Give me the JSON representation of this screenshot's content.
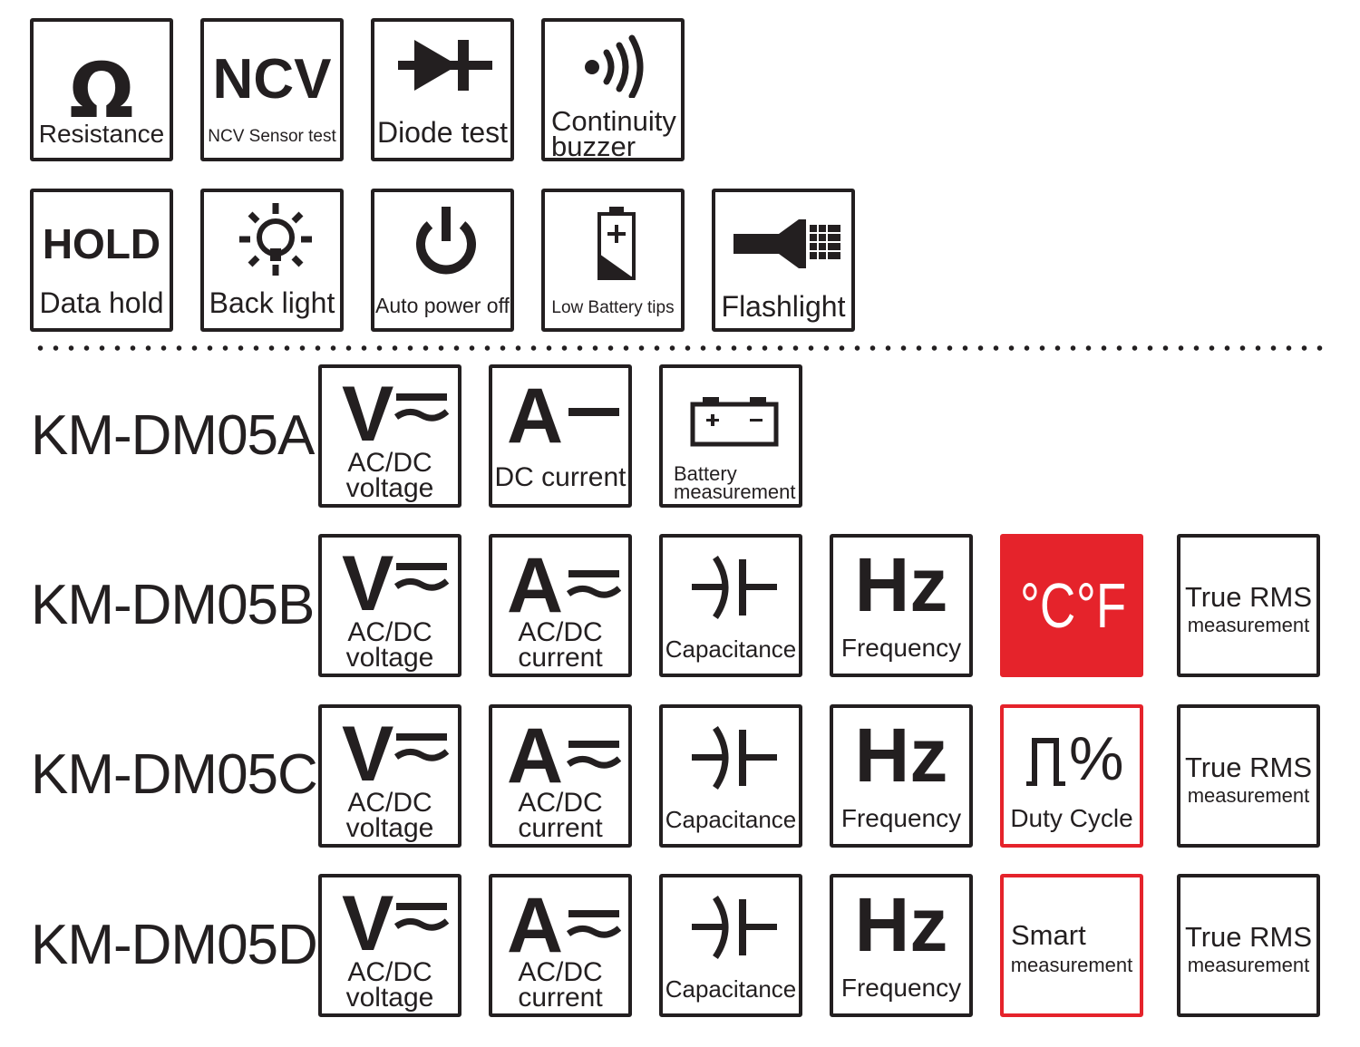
{
  "features": {
    "resistance": {
      "symbol": "Ω",
      "label": "Resistance"
    },
    "ncv": {
      "symbol": "NCV",
      "label": "NCV Sensor test"
    },
    "diode": {
      "label": "Diode test"
    },
    "continuity": {
      "line1": "Continuity",
      "line2": "buzzer"
    },
    "hold": {
      "symbol": "HOLD",
      "label": "Data hold"
    },
    "backlight": {
      "label": "Back light"
    },
    "autopower": {
      "label": "Auto power off"
    },
    "lowbattery": {
      "label": "Low Battery tips"
    },
    "flashlight": {
      "label": "Flashlight"
    }
  },
  "models": [
    {
      "name": "KM-DM05A",
      "cells": {
        "acdc_voltage": {
          "symbol": "V",
          "line1": "AC/DC",
          "line2": "voltage"
        },
        "dc_current": {
          "symbol": "A",
          "label": "DC current"
        },
        "battery": {
          "line1": "Battery",
          "line2": "measurement"
        }
      }
    },
    {
      "name": "KM-DM05B",
      "cells": {
        "acdc_voltage": {
          "symbol": "V",
          "line1": "AC/DC",
          "line2": "voltage"
        },
        "acdc_current": {
          "symbol": "A",
          "line1": "AC/DC",
          "line2": "current"
        },
        "capacitance": {
          "label": "Capacitance"
        },
        "frequency": {
          "symbol": "Hz",
          "label": "Frequency"
        },
        "temperature": {
          "symbol_c": "°C",
          "symbol_f": "°F"
        },
        "true_rms": {
          "line1": "True RMS",
          "line2": "measurement"
        }
      }
    },
    {
      "name": "KM-DM05C",
      "cells": {
        "acdc_voltage": {
          "symbol": "V",
          "line1": "AC/DC",
          "line2": "voltage"
        },
        "acdc_current": {
          "symbol": "A",
          "line1": "AC/DC",
          "line2": "current"
        },
        "capacitance": {
          "label": "Capacitance"
        },
        "frequency": {
          "symbol": "Hz",
          "label": "Frequency"
        },
        "duty_cycle": {
          "symbol": "%",
          "label": "Duty Cycle"
        },
        "true_rms": {
          "line1": "True RMS",
          "line2": "measurement"
        }
      }
    },
    {
      "name": "KM-DM05D",
      "cells": {
        "acdc_voltage": {
          "symbol": "V",
          "line1": "AC/DC",
          "line2": "voltage"
        },
        "acdc_current": {
          "symbol": "A",
          "line1": "AC/DC",
          "line2": "current"
        },
        "capacitance": {
          "label": "Capacitance"
        },
        "frequency": {
          "symbol": "Hz",
          "label": "Frequency"
        },
        "smart": {
          "line1": "Smart",
          "line2": "measurement"
        },
        "true_rms": {
          "line1": "True RMS",
          "line2": "measurement"
        }
      }
    }
  ],
  "colors": {
    "ink": "#231f20",
    "accent_red": "#e5232b",
    "background": "#ffffff"
  },
  "icons": [
    "omega-icon",
    "diode-icon",
    "sound-waves-icon",
    "sun-bulb-icon",
    "power-icon",
    "battery-low-icon",
    "flashlight-icon",
    "approx-equal-icon",
    "dc-line-icon",
    "car-battery-icon",
    "capacitor-icon",
    "pulse-icon"
  ]
}
